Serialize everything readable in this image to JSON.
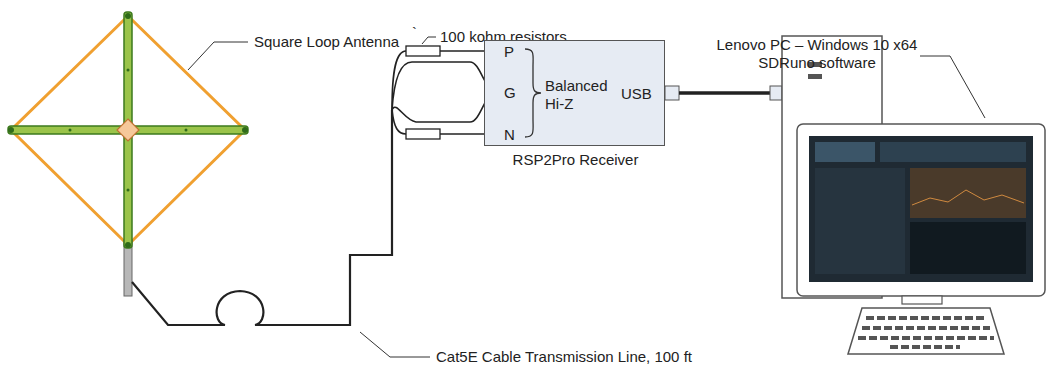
{
  "diagram": {
    "nodes": [
      {
        "text": [
          "P",
          "G",
          "N",
          "Balanced Hi-Z",
          "USB",
          "RSP2Pro Receiver"
        ]
      }
    ],
    "labels": [
      "Square Loop Antenna",
      "`",
      "100 kohm resistors",
      "Lenovo PC – Windows 10 x64 SDRuno software",
      "Cat5E Cable Transmission Line, 100 ft"
    ]
  }
}
